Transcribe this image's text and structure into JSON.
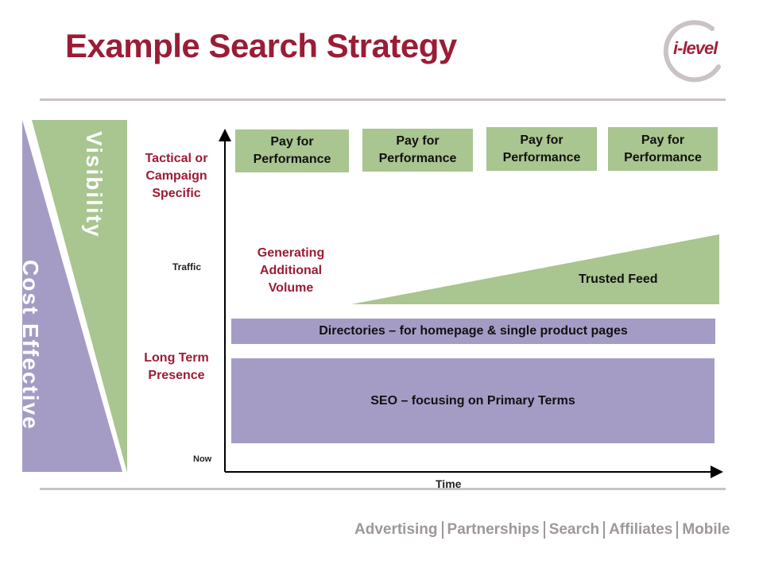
{
  "header": {
    "title": "Example Search Strategy",
    "logo_text": "i-level"
  },
  "sidebar": {
    "visibility_label": "Visibility",
    "cost_label": "Cost Effective"
  },
  "axis": {
    "tactical_label": "Tactical or Campaign Specific",
    "traffic_label": "Traffic",
    "long_term_label": "Long Term Presence",
    "now_label": "Now",
    "time_label": "Time"
  },
  "boxes": {
    "pay_for_performance": [
      "Pay for Performance",
      "Pay for Performance",
      "Pay for Performance",
      "Pay for Performance"
    ],
    "generating_volume": "Generating Additional Volume",
    "trusted_feed": "Trusted Feed",
    "directories": "Directories – for homepage & single product pages",
    "seo": "SEO – focusing on Primary Terms"
  },
  "footer": {
    "items": [
      "Advertising",
      "Partnerships",
      "Search",
      "Affiliates",
      "Mobile"
    ]
  },
  "colors": {
    "brand_red": "#9b1c35",
    "green": "#a9c590",
    "purple": "#a59cc6",
    "rule_gray": "#c9c2c6",
    "footer_gray": "#9e979b"
  }
}
